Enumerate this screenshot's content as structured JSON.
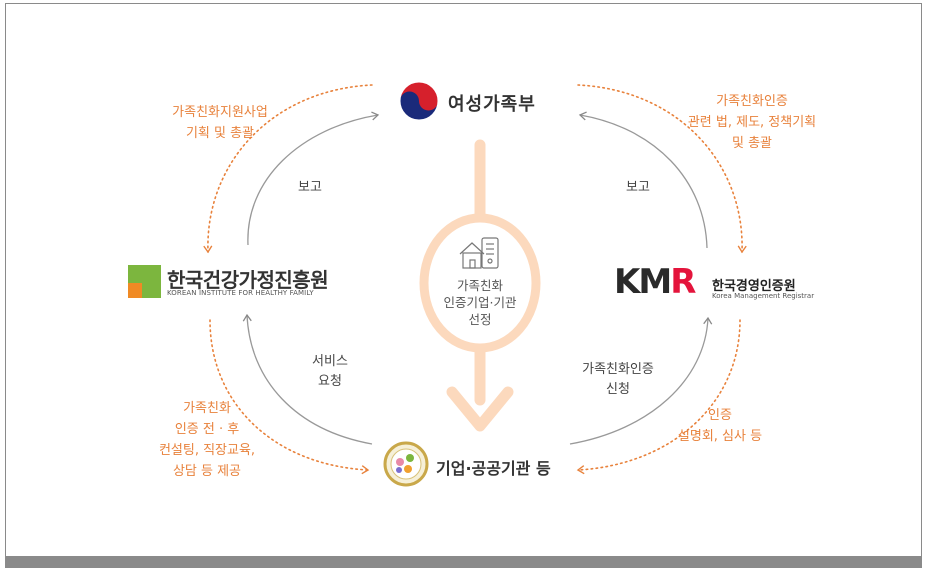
{
  "nodes": {
    "ministry": {
      "name": "여성가족부"
    },
    "institute": {
      "name": "한국건강가정진흥원",
      "subtitle": "KOREAN INSTITUTE FOR HEALTHY FAMILY"
    },
    "registrar": {
      "logo": "KMR",
      "name": "한국경영인증원",
      "subtitle": "Korea Management Registrar"
    },
    "companies": {
      "name": "기업·공공기관 등"
    }
  },
  "center": {
    "lines": [
      "가족친화",
      "인증기업·기관",
      "선정"
    ]
  },
  "flows": {
    "institute_to_ministry": [
      "보고"
    ],
    "registrar_to_ministry": [
      "보고"
    ],
    "companies_to_institute": [
      "서비스",
      "요청"
    ],
    "companies_to_registrar": [
      "가족친화인증",
      "신청"
    ]
  },
  "orange_notes": {
    "ministry_to_institute": [
      "가족친화지원사업",
      "기획 및 총괄"
    ],
    "ministry_to_registrar": [
      "가족친화인증",
      "관련 법, 제도, 정책기획",
      "및 총괄"
    ],
    "institute_to_companies": [
      "가족친화",
      "인증 전 · 후",
      "컨설팅, 직장교육,",
      "상담 등 제공"
    ],
    "registrar_to_companies": [
      "인증",
      "설명회, 심사 등"
    ]
  },
  "colors": {
    "orange": "#e8823c",
    "peach": "#fcd9bd",
    "green": "#7cb63e",
    "kmr_red": "#e4143c",
    "navy": "#1a2a7a"
  }
}
